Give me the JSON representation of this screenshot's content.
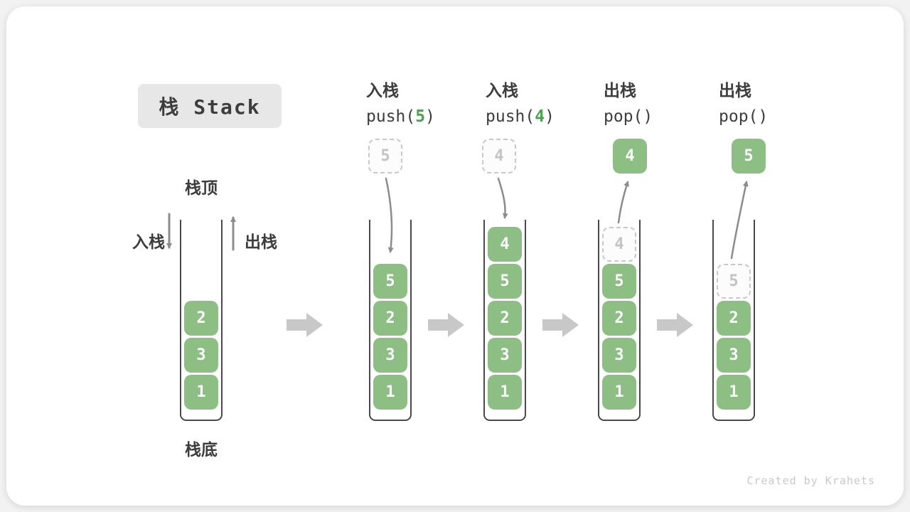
{
  "title": "栈 Stack",
  "watermark": "Created by Krahets",
  "stack_labels": {
    "top": "栈顶",
    "bottom": "栈底",
    "push_side": "入栈",
    "pop_side": "出栈"
  },
  "columns": [
    {
      "id": "initial",
      "cells": [
        "2",
        "3",
        "1"
      ]
    },
    {
      "op": "入栈",
      "code": {
        "pre": "push(",
        "arg": "5",
        "post": ")"
      },
      "floating": "5",
      "floating_style": "ghost",
      "cells": [
        "5",
        "2",
        "3",
        "1"
      ]
    },
    {
      "op": "入栈",
      "code": {
        "pre": "push(",
        "arg": "4",
        "post": ")"
      },
      "floating": "4",
      "floating_style": "ghost",
      "cells": [
        "4",
        "5",
        "2",
        "3",
        "1"
      ]
    },
    {
      "op": "出栈",
      "code": {
        "pre": "pop(",
        "arg": "",
        "post": ")"
      },
      "floating": "4",
      "floating_style": "solid",
      "ghost": "4",
      "cells": [
        "5",
        "2",
        "3",
        "1"
      ]
    },
    {
      "op": "出栈",
      "code": {
        "pre": "pop(",
        "arg": "",
        "post": ")"
      },
      "floating": "5",
      "floating_style": "solid",
      "ghost": "5",
      "cells": [
        "2",
        "3",
        "1"
      ]
    }
  ],
  "colors": {
    "cell_green": "#8dbf85",
    "arg_green": "#4f9e52",
    "container_border": "#4a4a4a",
    "ghost_border": "#c9c9c9",
    "ghost_text": "#c3c3c3",
    "arrow_gray": "#8c8c8c",
    "block_arrow": "#c8c8c8",
    "title_bg": "#e7e7e7",
    "text_dark": "#3d3d3d",
    "watermark_gray": "#c9c9c9"
  }
}
